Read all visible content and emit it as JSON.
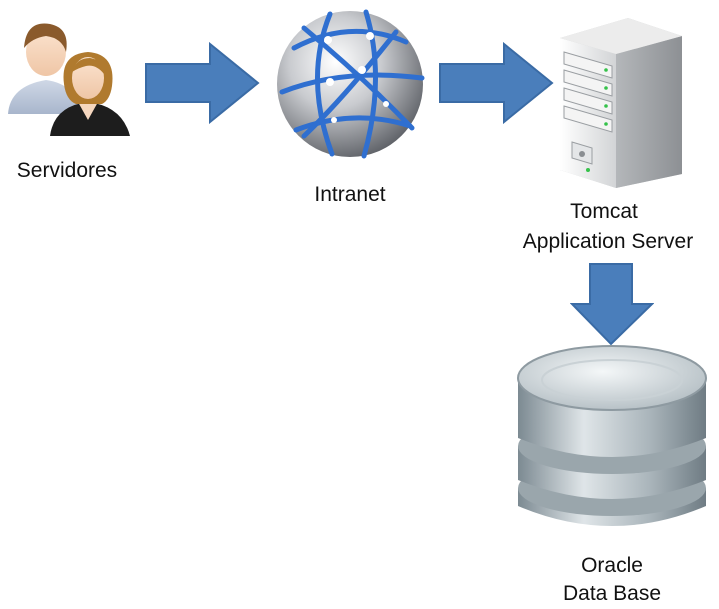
{
  "nodes": {
    "users": {
      "label": "Servidores",
      "icon": "users-icon"
    },
    "intranet": {
      "label": "Intranet",
      "icon": "globe-network-icon"
    },
    "server": {
      "label_line1": "Tomcat",
      "label_line2": "Application Server",
      "icon": "server-tower-icon"
    },
    "database": {
      "label_line1": "Oracle",
      "label_line2": "Data Base",
      "icon": "database-icon"
    }
  },
  "colors": {
    "arrow_fill": "#4a7ebb",
    "arrow_stroke": "#3a6ba5",
    "globe_band": "#2f6fd0",
    "server_body": "#e8e8e8",
    "db_body": "#b8c1c6"
  }
}
